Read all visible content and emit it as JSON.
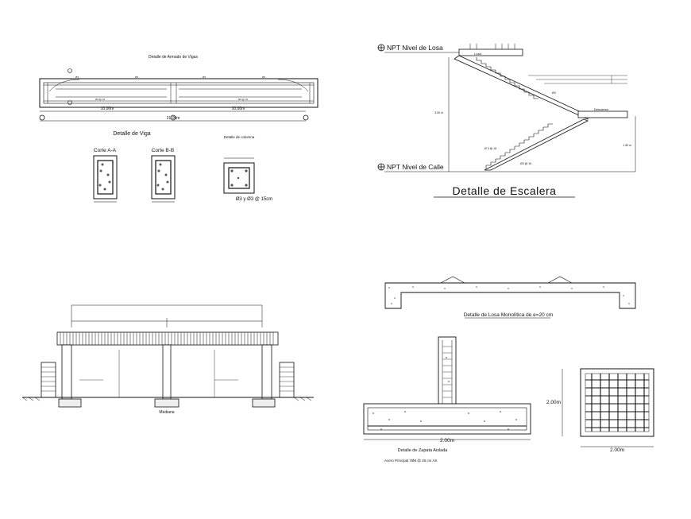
{
  "beam_panel": {
    "title": "Detalle de Armado de Vigas",
    "span_left": "10.00m",
    "span_right": "10.00m",
    "total": "21.00m",
    "caption": "Detalle de Viga"
  },
  "sections": {
    "a_label": "Corte A-A",
    "b_label": "Corte B-B",
    "column_title": "Detalle de columna",
    "stirrups_note": "Ø3 y Ø3 @ 15cm"
  },
  "stair_panel": {
    "top_level": "NPT Nivel de Losa",
    "bottom_level": "NPT Nivel de Calle",
    "caption": "Detalle de Escalera",
    "slab_label": "Losa",
    "landing_label": "Descanso"
  },
  "elevation_panel": {
    "bottom_label_center": "Mediana"
  },
  "slab_panel": {
    "caption": "Detalle de Losa Monolítica de e=20 cm"
  },
  "footing_panel": {
    "width_dim": "2.00m",
    "caption": "Detalle de Zapata Aislada",
    "note": "Acero Principal 7Ø8 @ 25 cm AS"
  },
  "mesh_panel": {
    "height_dim": "2.00m",
    "width_dim": "2.00m"
  },
  "colors": {
    "line": "#111111",
    "background": "#ffffff"
  }
}
